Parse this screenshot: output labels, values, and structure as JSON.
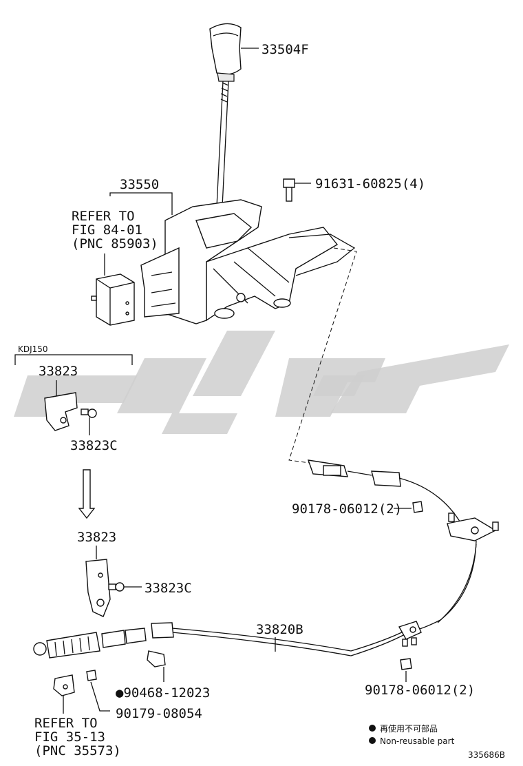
{
  "parts": {
    "shift_knob": "33504F",
    "shift_lever_assembly": "33550",
    "refer_fig_84": [
      "REFER TO",
      "FIG 84-01",
      "(PNC 85903)"
    ],
    "bolt_top": "91631-60825(4)",
    "variant_label": "KDJ150",
    "bracket_a": "33823",
    "bracket_a_clip": "33823C",
    "bracket_b": "33823",
    "bracket_b_clip": "33823C",
    "nut_upper": "90178-06012(2)",
    "cable": "33820B",
    "clip": "●90468-12023",
    "nut_lower_left": "90179-08054",
    "nut_lower_right": "90178-06012(2)",
    "refer_fig_35": [
      "REFER TO",
      "FIG 35-13",
      "(PNC 35573)"
    ]
  },
  "legend": {
    "line_cn": "再使用不可部品",
    "line_en": "Non-reusable part"
  },
  "watermark_text": "",
  "diagram_id": "335686B"
}
